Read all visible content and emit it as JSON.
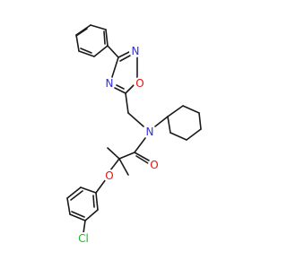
{
  "colors": {
    "bond": "#1a1a1a",
    "carbon": "#1a1a1a",
    "nitrogen": "#2f2fd8",
    "oxygen": "#e8120c",
    "chlorine": "#1fb81f"
  },
  "atom_labels": {
    "ring_n_top": "N",
    "ring_o": "O",
    "ring_n_bottom": "N",
    "amide_n": "N",
    "carbonyl_o": "O",
    "ether_o": "O",
    "chlorine": "Cl"
  }
}
